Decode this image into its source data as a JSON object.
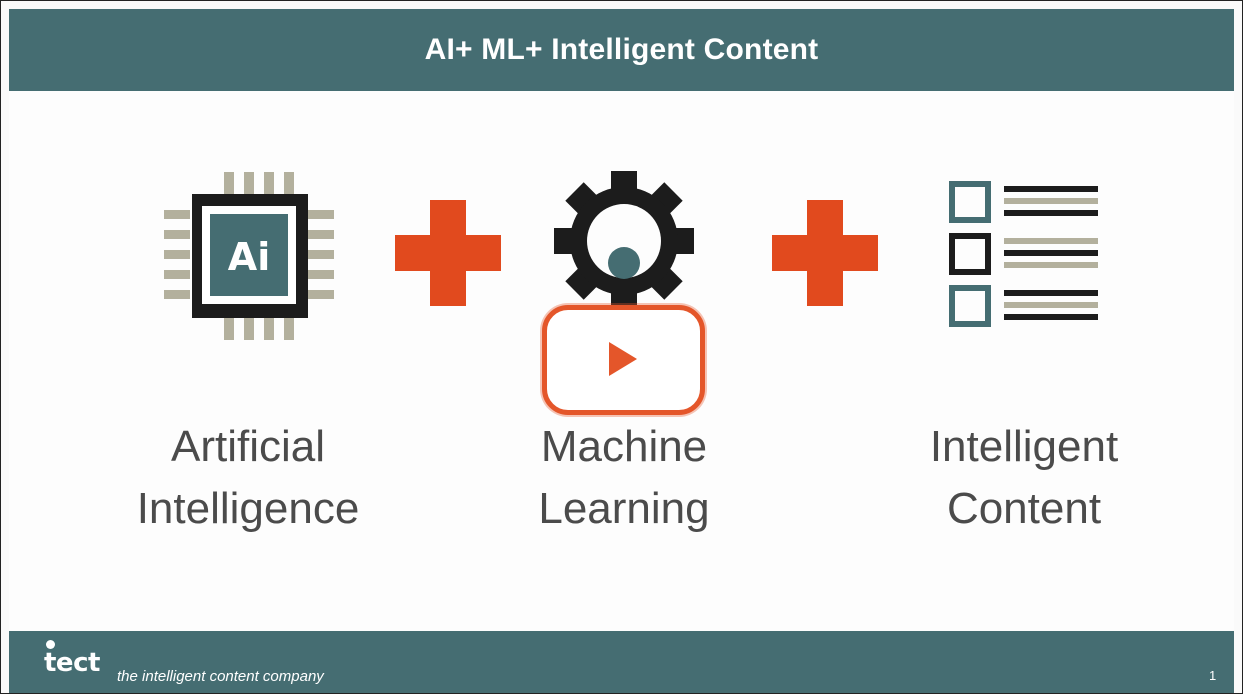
{
  "slide": {
    "title": "AI+ ML+ Intelligent Content",
    "chip_text": "Ai",
    "columns": [
      {
        "line1": "Artificial",
        "line2": "Intelligence",
        "icon": "ai-chip-icon"
      },
      {
        "line1": "Machine",
        "line2": "Learning",
        "icon": "gear-icon"
      },
      {
        "line1": "Intelligent",
        "line2": "Content",
        "icon": "checklist-icon"
      }
    ],
    "operators": [
      "plus-icon",
      "plus-icon"
    ]
  },
  "footer": {
    "brand": "tect",
    "tagline": "the intelligent content company",
    "page_number": "1"
  },
  "player": {
    "play_icon": "play-button-icon"
  },
  "colors": {
    "teal": "#456d72",
    "accent": "#e4562a",
    "dark": "#1c1c1c",
    "sand": "#b3b09d"
  }
}
